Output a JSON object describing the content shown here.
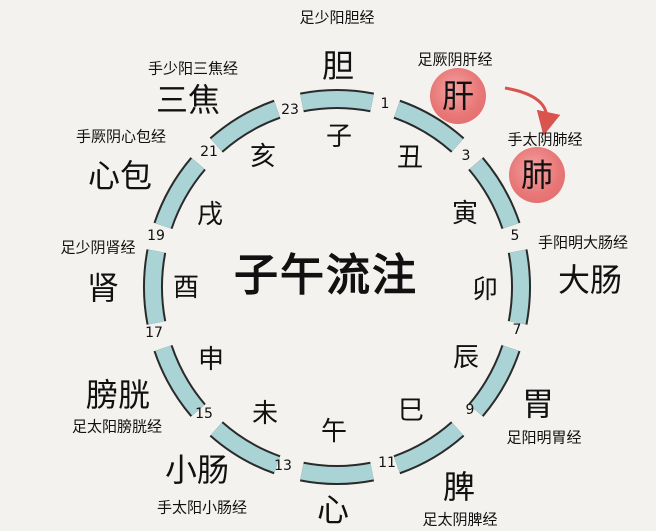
{
  "title": "子午流注",
  "highlight_color": "#e97777",
  "segment_color": "#a9d3d4",
  "segment_stroke": "#2a2a2a",
  "arrow_color": "#d9534f",
  "numbers": [
    "23",
    "1",
    "3",
    "5",
    "7",
    "9",
    "11",
    "13",
    "15",
    "17",
    "19",
    "21"
  ],
  "branches": [
    "子",
    "丑",
    "寅",
    "卯",
    "辰",
    "巳",
    "午",
    "未",
    "申",
    "酉",
    "戌",
    "亥"
  ],
  "organs": {
    "gallbladder": "胆",
    "liver": "肝",
    "lung": "肺",
    "large_intestine": "大肠",
    "stomach": "胃",
    "spleen": "脾",
    "heart": "心",
    "small_intestine": "小肠",
    "bladder": "膀胱",
    "kidney": "肾",
    "pericardium": "心包",
    "triple_burner": "三焦"
  },
  "meridians": {
    "gallbladder": "足少阳胆经",
    "liver": "足厥阴肝经",
    "lung": "手太阴肺经",
    "large_intestine": "手阳明大肠经",
    "stomach": "足阳明胃经",
    "spleen": "足太阴脾经",
    "small_intestine": "手太阳小肠经",
    "bladder": "足太阳膀胱经",
    "kidney": "足少阴肾经",
    "pericardium": "手厥阴心包经",
    "triple_burner": "手少阳三焦经"
  }
}
